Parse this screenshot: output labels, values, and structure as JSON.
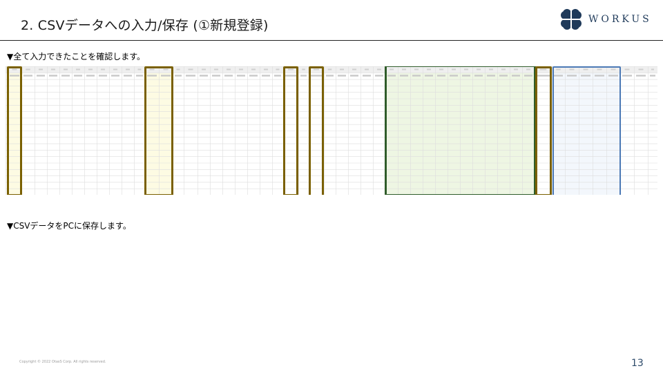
{
  "title": "2. CSVデータへの入力/保存 (①新規登録)",
  "logo": {
    "text": "WORKUS",
    "mark": "clover-logo-icon",
    "color": "#1f3a5a"
  },
  "instructions": {
    "step1": "▼全て入力できたことを確認します。",
    "step2": "▼CSVデータをPCに保存します。"
  },
  "sheet": {
    "rows": 20,
    "header_bg": "#efefef",
    "grid_color": "#dddddd",
    "highlight_colors": {
      "olive": "#7a6000",
      "green": "#2f5c2a",
      "blue": "#4a78b5",
      "olive_fill": "#fdfbe3",
      "green_fill": "#eef6e3",
      "blue_fill": "#f3f7fc"
    }
  },
  "footer": {
    "copyright": "Copyright © 2022 OtasS Corp. All rights reserved.",
    "page_number": "13"
  }
}
